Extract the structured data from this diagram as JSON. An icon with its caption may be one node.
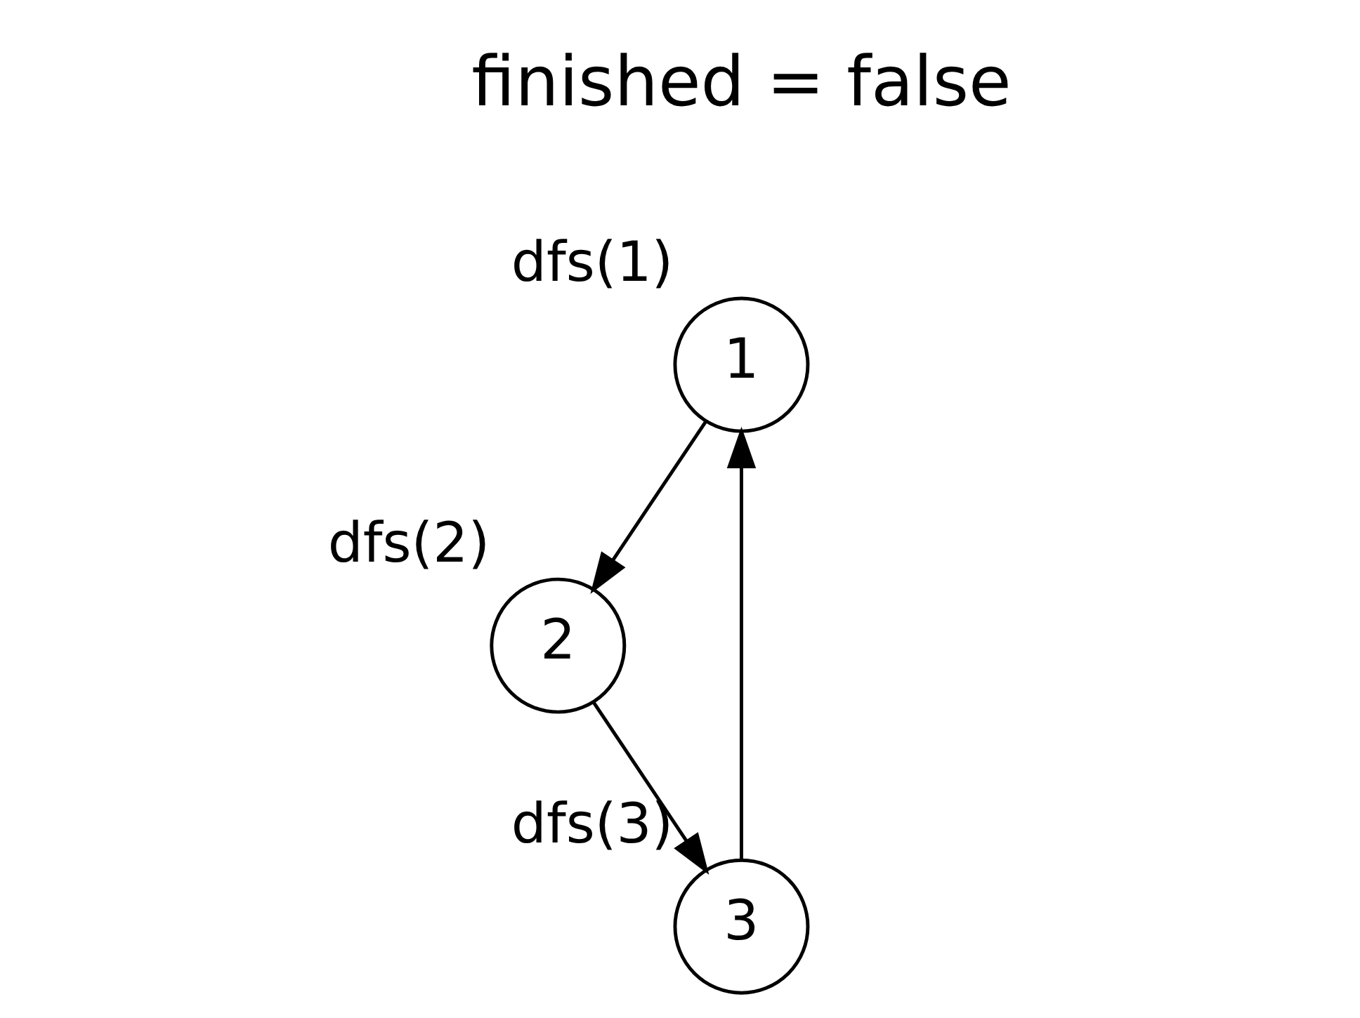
{
  "diagram": {
    "nodes": [
      {
        "text": [
          "1"
        ],
        "beside": [
          "dfs(1)"
        ]
      },
      {
        "text": [
          "2"
        ],
        "beside": [
          "dfs(2)"
        ]
      },
      {
        "text": [
          "3"
        ],
        "beside": [
          "dfs(3)"
        ]
      }
    ],
    "edges": [
      {
        "from": 0,
        "to": 1,
        "arrow": "to"
      },
      {
        "from": 1,
        "to": 2,
        "arrow": "to"
      },
      {
        "from": 2,
        "to": 0,
        "arrow": "to"
      }
    ],
    "labels": [
      "finished = false"
    ]
  }
}
